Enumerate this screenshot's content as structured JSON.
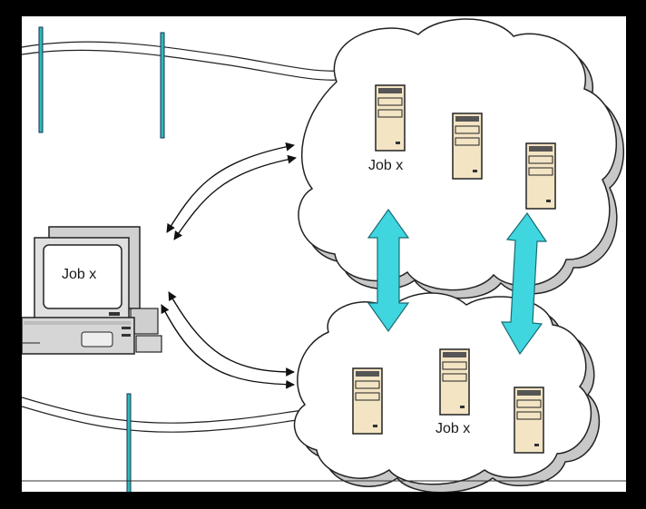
{
  "labels": {
    "computer_job": "Job x",
    "upper_cloud_job": "Job x",
    "lower_cloud_job": "Job x"
  },
  "colors": {
    "pole": "#32b8b8",
    "link_arrow": "#3fd6e0",
    "server_body": "#f3e4c4",
    "cloud_fill": "#ffffff",
    "cloud_shadow": "#c8c8c8"
  },
  "icons": {
    "computer": "desktop-computer-icon",
    "server": "server-tower-icon",
    "cloud": "cloud-icon",
    "pole": "utility-pole-icon"
  }
}
